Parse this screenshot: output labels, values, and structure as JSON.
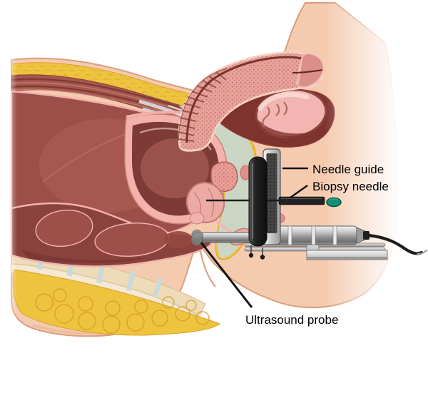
{
  "figure": {
    "alt": "Sagittal cross-section of the male pelvis showing a transrectal ultrasound-guided prostate biopsy",
    "background": "#ffffff",
    "labels": {
      "needle_guide": "Needle guide",
      "biopsy_needle": "Biopsy needle",
      "ultrasound_probe": "Ultrasound probe"
    },
    "palette": {
      "skin": "#f5cbb0",
      "skin_outline": "#d99e7d",
      "fat_yellow": "#eec33e",
      "fat_outline": "#d49a28",
      "muscle_red": "#a5574e",
      "muscle_dark": "#7e3b34",
      "viscera_mass": "#9b4f48",
      "organ_wall_pink": "#f3b3ac",
      "cavity_dark": "#7c3b37",
      "prostate_pink": "#ecaaa5",
      "bone_cream": "#eedbb8",
      "cartilage_blue": "#c6d9dc",
      "device_black": "#1e1e1e",
      "device_metal": "#c9c9c9",
      "needle_tip_green": "#12927a",
      "label_text": "#000000"
    }
  }
}
